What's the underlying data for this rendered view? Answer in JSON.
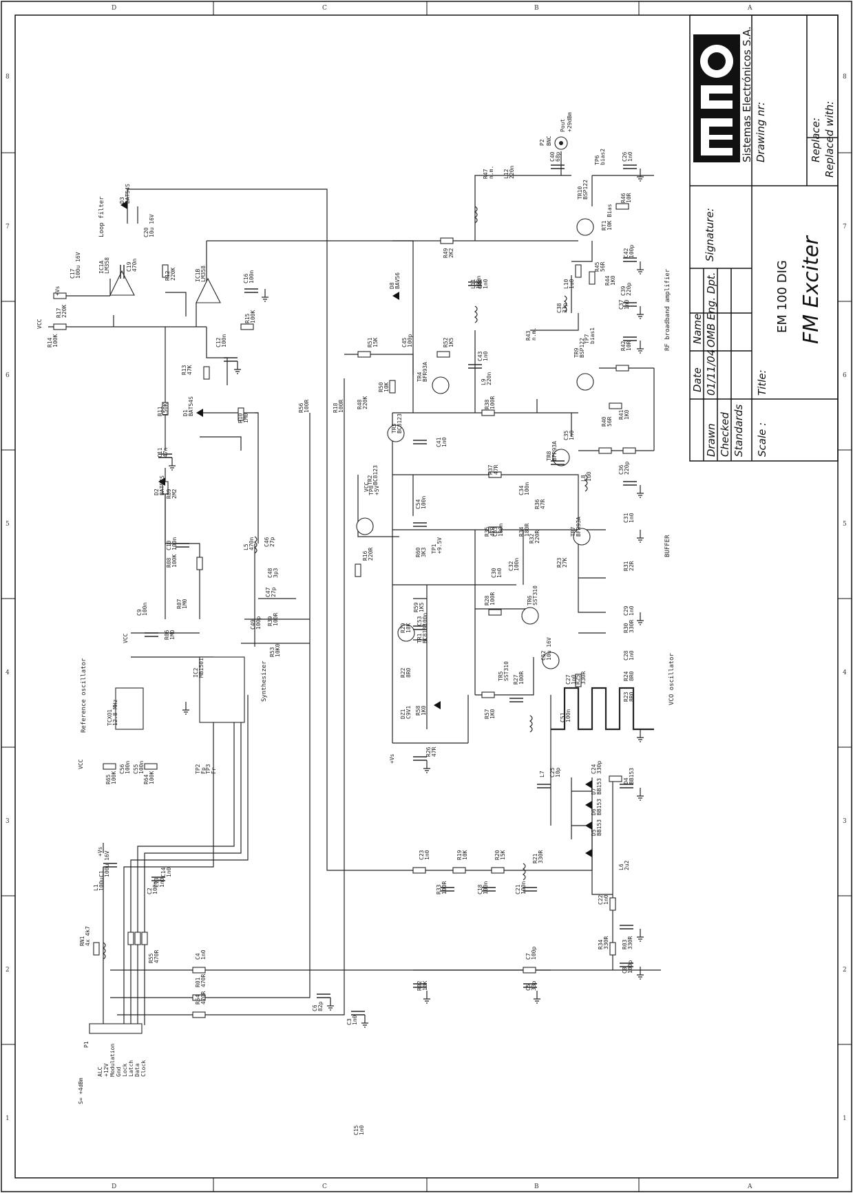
{
  "zones": {
    "columns": [
      "D",
      "C",
      "B",
      "A"
    ],
    "rows": [
      "8",
      "7",
      "6",
      "5",
      "4",
      "3",
      "2",
      "1"
    ]
  },
  "title_block": {
    "company": "Sistemas Electrónicos S.A.",
    "drawing_nr_label": "Drawing nr:",
    "replace_label": "Replace:",
    "replaced_with_label": "Replaced with:",
    "signature_label": "Signature:",
    "name_label": "Name",
    "date_label": "Date",
    "name_value": "OMB Eng. Dpt.",
    "date_value": "01/11/04",
    "drawn_label": "Drawn",
    "checked_label": "Checked",
    "standards_label": "Standards",
    "title_label": "Title:",
    "scale_label": "Scale :",
    "title_line1": "EM 100 DIG",
    "title_line2": "FM Exciter"
  },
  "section_labels": {
    "loop_filter": "Loop filter",
    "rf_amp": "RF broadband amplifier",
    "buffer": "BUFFER",
    "vco": "VCO oscillator",
    "ref_osc": "Reference oscillator",
    "synth": "Synthesizer"
  },
  "connector": {
    "ref": "P1",
    "note": "S= +4dBm",
    "pins": [
      "ALC",
      "+12V",
      "Modulation",
      "Gnd",
      "Lock",
      "Latch",
      "Data",
      "Clock"
    ]
  },
  "output": {
    "ref": "P2",
    "type": "BNC",
    "label": "Pout",
    "level": "+29dBm"
  },
  "power": {
    "vcc": "VCC",
    "vs": "+Vs"
  },
  "components": [
    {
      "ref": "R17",
      "value": "220K"
    },
    {
      "ref": "R14",
      "value": "100K"
    },
    {
      "ref": "C17",
      "value": "100u 16V"
    },
    {
      "ref": "IC1A",
      "value": "LM358"
    },
    {
      "ref": "C19",
      "value": "470n"
    },
    {
      "ref": "C20",
      "value": "10u 16V"
    },
    {
      "ref": "D3",
      "value": "BAT54S"
    },
    {
      "ref": "R12",
      "value": "220K"
    },
    {
      "ref": "IC1B",
      "value": "LM358"
    },
    {
      "ref": "C16",
      "value": "100n"
    },
    {
      "ref": "R15",
      "value": "100K"
    },
    {
      "ref": "C12",
      "value": "100n"
    },
    {
      "ref": "R13",
      "value": "47K"
    },
    {
      "ref": "D1",
      "value": "BAT54S"
    },
    {
      "ref": "R10",
      "value": "1M0"
    },
    {
      "ref": "R11",
      "value": "150K"
    },
    {
      "ref": "C11",
      "value": "47n"
    },
    {
      "ref": "D2",
      "value": "BAT54S"
    },
    {
      "ref": "R09",
      "value": "2M2"
    },
    {
      "ref": "C10",
      "value": "100n"
    },
    {
      "ref": "R08",
      "value": "100K"
    },
    {
      "ref": "R07",
      "value": "1M0"
    },
    {
      "ref": "C9",
      "value": "100n"
    },
    {
      "ref": "R06",
      "value": "1M0"
    },
    {
      "ref": "L5",
      "value": "470n"
    },
    {
      "ref": "C46",
      "value": "27p"
    },
    {
      "ref": "C48",
      "value": "3p3"
    },
    {
      "ref": "C47",
      "value": "27p"
    },
    {
      "ref": "C49",
      "value": "100p"
    },
    {
      "ref": "R39",
      "value": "100R"
    },
    {
      "ref": "R53",
      "value": "10K0"
    },
    {
      "ref": "IC2",
      "value": "MB1501"
    },
    {
      "ref": "TCXO1",
      "value": "12.8 MHz"
    },
    {
      "ref": "C56",
      "value": "100n"
    },
    {
      "ref": "C55",
      "value": "100n"
    },
    {
      "ref": "R65",
      "value": "100K"
    },
    {
      "ref": "R64",
      "value": "100K"
    },
    {
      "ref": "TP2",
      "value": "Fp"
    },
    {
      "ref": "TP3",
      "value": "Fr"
    },
    {
      "ref": "R56",
      "value": "100R"
    },
    {
      "ref": "R18",
      "value": "100R"
    },
    {
      "ref": "R51",
      "value": "15K"
    },
    {
      "ref": "C45",
      "value": "100p"
    },
    {
      "ref": "R52",
      "value": "1K5"
    },
    {
      "ref": "R50",
      "value": "10K"
    },
    {
      "ref": "TR4",
      "value": "BFR93A"
    },
    {
      "ref": "TR3",
      "value": "BC8123"
    },
    {
      "ref": "C41",
      "value": "1n0"
    },
    {
      "ref": "D8",
      "value": "BAV56"
    },
    {
      "ref": "R49",
      "value": "2K2"
    },
    {
      "ref": "R47",
      "value": "n.m."
    },
    {
      "ref": "L12",
      "value": "220n"
    },
    {
      "ref": "C40",
      "value": "68p"
    },
    {
      "ref": "TR10",
      "value": "BSP122"
    },
    {
      "ref": "TP6",
      "value": "bias2"
    },
    {
      "ref": "C26",
      "value": "1n0"
    },
    {
      "ref": "R46",
      "value": "10R"
    },
    {
      "ref": "RT1",
      "value": "10K Bias"
    },
    {
      "ref": "C42",
      "value": "100p"
    },
    {
      "ref": "R45",
      "value": "56R"
    },
    {
      "ref": "R44",
      "value": "1K0"
    },
    {
      "ref": "C39",
      "value": "220p"
    },
    {
      "ref": "L10",
      "value": "1u0"
    },
    {
      "ref": "C44",
      "value": "1n0"
    },
    {
      "ref": "L11",
      "value": "100n"
    },
    {
      "ref": "R43",
      "value": "n.m."
    },
    {
      "ref": "C38",
      "value": "33p"
    },
    {
      "ref": "C37",
      "value": "1n0"
    },
    {
      "ref": "C43",
      "value": "1n0"
    },
    {
      "ref": "L9",
      "value": "220n"
    },
    {
      "ref": "TR9",
      "value": "BSP122"
    },
    {
      "ref": "TP7",
      "value": "bias1"
    },
    {
      "ref": "R42",
      "value": "10R"
    },
    {
      "ref": "R38",
      "value": "100R"
    },
    {
      "ref": "TR8",
      "value": "BFR93A"
    },
    {
      "ref": "C35",
      "value": "1n0"
    },
    {
      "ref": "R40",
      "value": "56R"
    },
    {
      "ref": "R41",
      "value": "1K0"
    },
    {
      "ref": "L8",
      "value": "1u0"
    },
    {
      "ref": "C36",
      "value": "220p"
    },
    {
      "ref": "R37",
      "value": "47R"
    },
    {
      "ref": "C34",
      "value": "100n"
    },
    {
      "ref": "R36",
      "value": "47R"
    },
    {
      "ref": "R34",
      "value": "180R"
    },
    {
      "ref": "R48",
      "value": "220K"
    },
    {
      "ref": "TR2",
      "value": "BC8123"
    },
    {
      "ref": "TP8",
      "value": "+5V"
    },
    {
      "ref": "C54",
      "value": "100n"
    },
    {
      "ref": "R16",
      "value": "220R"
    },
    {
      "ref": "R60",
      "value": "3K3"
    },
    {
      "ref": "TP1",
      "value": "+9.5V"
    },
    {
      "ref": "R35",
      "value": "47R"
    },
    {
      "ref": "C33",
      "value": "100n"
    },
    {
      "ref": "TR7",
      "value": "BFR93A"
    },
    {
      "ref": "R32",
      "value": "220R"
    },
    {
      "ref": "C31",
      "value": "1n0"
    },
    {
      "ref": "R23",
      "value": "27K"
    },
    {
      "ref": "C32",
      "value": "100n"
    },
    {
      "ref": "C30",
      "value": "1n0"
    },
    {
      "ref": "R31",
      "value": "22R"
    },
    {
      "ref": "R59",
      "value": "1K5"
    },
    {
      "ref": "C53",
      "value": "100n"
    },
    {
      "ref": "R28",
      "value": "100R"
    },
    {
      "ref": "TR6",
      "value": "SST310"
    },
    {
      "ref": "C29",
      "value": "1n0"
    },
    {
      "ref": "R30",
      "value": "330R"
    },
    {
      "ref": "R29",
      "value": "18K"
    },
    {
      "ref": "TR1",
      "value": "BC8133"
    },
    {
      "ref": "C52",
      "value": "10u 16V"
    },
    {
      "ref": "TR5",
      "value": "SST310"
    },
    {
      "ref": "R27",
      "value": "100R"
    },
    {
      "ref": "C27",
      "value": "1n0"
    },
    {
      "ref": "R25",
      "value": "330R"
    },
    {
      "ref": "C28",
      "value": "1n0"
    },
    {
      "ref": "R24",
      "value": "8R0"
    },
    {
      "ref": "R23",
      "value": "8R0"
    },
    {
      "ref": "R22",
      "value": "8R0"
    },
    {
      "ref": "R58",
      "value": "1K0"
    },
    {
      "ref": "DZ1",
      "value": "C9V1"
    },
    {
      "ref": "R57",
      "value": "1K0"
    },
    {
      "ref": "R26",
      "value": "47R"
    },
    {
      "ref": "C51",
      "value": "100n"
    },
    {
      "ref": "L7",
      "value": ""
    },
    {
      "ref": "C25",
      "value": "10p"
    },
    {
      "ref": "C24",
      "value": "330p"
    },
    {
      "ref": "D7",
      "value": "BB153"
    },
    {
      "ref": "D6",
      "value": "BB153"
    },
    {
      "ref": "D5",
      "value": "BB153"
    },
    {
      "ref": "D4",
      "value": "BB153"
    },
    {
      "ref": "C23",
      "value": "1n0"
    },
    {
      "ref": "R19",
      "value": "10K"
    },
    {
      "ref": "R20",
      "value": "15K"
    },
    {
      "ref": "R21",
      "value": "330R"
    },
    {
      "ref": "L6",
      "value": "2u2"
    },
    {
      "ref": "R33",
      "value": "100R"
    },
    {
      "ref": "C18",
      "value": "100n"
    },
    {
      "ref": "C21",
      "value": "100n"
    },
    {
      "ref": "C22",
      "value": "1n0"
    },
    {
      "ref": "R34",
      "value": "330R"
    },
    {
      "ref": "R03",
      "value": "330R"
    },
    {
      "ref": "C8",
      "value": "100p"
    },
    {
      "ref": "C7",
      "value": "100p"
    },
    {
      "ref": "R02",
      "value": "10K"
    },
    {
      "ref": "C5",
      "value": "33p"
    },
    {
      "ref": "C6",
      "value": "82p"
    },
    {
      "ref": "C3",
      "value": "1n0"
    },
    {
      "ref": "C4",
      "value": "1n0"
    },
    {
      "ref": "R01",
      "value": "470R"
    },
    {
      "ref": "R54",
      "value": "470R"
    },
    {
      "ref": "R55",
      "value": "470R"
    },
    {
      "ref": "RN1",
      "value": "4x 4k7"
    },
    {
      "ref": "L1",
      "value": "100u"
    },
    {
      "ref": "C1",
      "value": "100u 16V"
    },
    {
      "ref": "C2",
      "value": "100n"
    },
    {
      "ref": "C13",
      "value": "1n0"
    },
    {
      "ref": "C14",
      "value": "1n0"
    },
    {
      "ref": "C15",
      "value": "1n0"
    }
  ]
}
